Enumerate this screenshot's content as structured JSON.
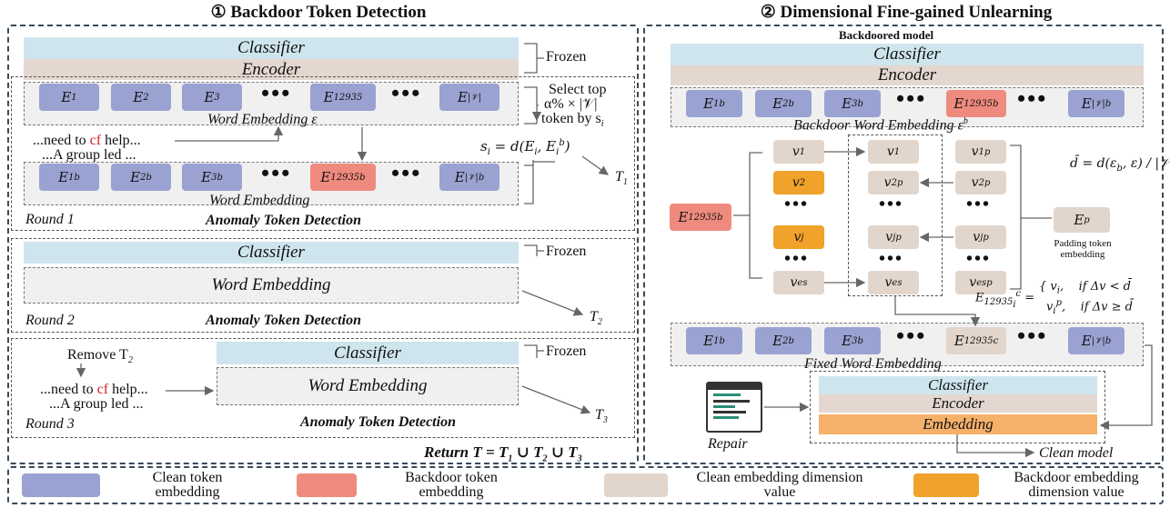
{
  "left": {
    "title": "① Backdoor Token Detection",
    "classifier": "Classifier",
    "encoder": "Encoder",
    "frozen": "Frozen",
    "word_embedding_eps": "Word Embedding ε",
    "word_embedding": "Word Embedding",
    "select_top_1": "Select top",
    "select_top_2": "α% × |𝒱|",
    "select_top_3": "token by s",
    "s_formula": "s = d(E , E )",
    "input_1a": "...need to ",
    "input_cf": "cf",
    "input_1b": " help...",
    "input_2": "...A group led ...",
    "round1": "Round 1",
    "round2": "Round 2",
    "round3": "Round 3",
    "anomaly": "Anomaly  Token Detection",
    "remove": "Remove T",
    "T1": "T",
    "T2": "T",
    "T3": "T",
    "return": "Return T = T ∪ T ∪ T"
  },
  "right": {
    "title": "② Dimensional Fine-gained Unlearning",
    "backdoored_model": "Backdoored model",
    "classifier": "Classifier",
    "encoder": "Encoder",
    "backdoor_word_embedding": "Backdoor Word Embedding ε",
    "fixed_word_embedding": "Fixed Word Embedding",
    "padding_label": "Padding token embedding",
    "embedding": "Embedding",
    "repair": "Repair",
    "clean_model": "Clean model",
    "cond1": "if Δv < d̄",
    "cond2": "if Δv ≥ d̄"
  },
  "legend": {
    "clean_token": "Clean token embedding",
    "backdoor_token": "Backdoor token embedding",
    "clean_dim": "Clean embedding dimension value",
    "backdoor_dim": "Backdoor embedding dimension value"
  },
  "colors": {
    "clean_token": "#9aa2d2",
    "backdoor_token": "#ef8a7e",
    "clean_dim": "#e2d5cb",
    "backdoor_dim": "#f0a22a",
    "classifier": "#cfe5ee",
    "encoder": "#e3d7cf"
  }
}
